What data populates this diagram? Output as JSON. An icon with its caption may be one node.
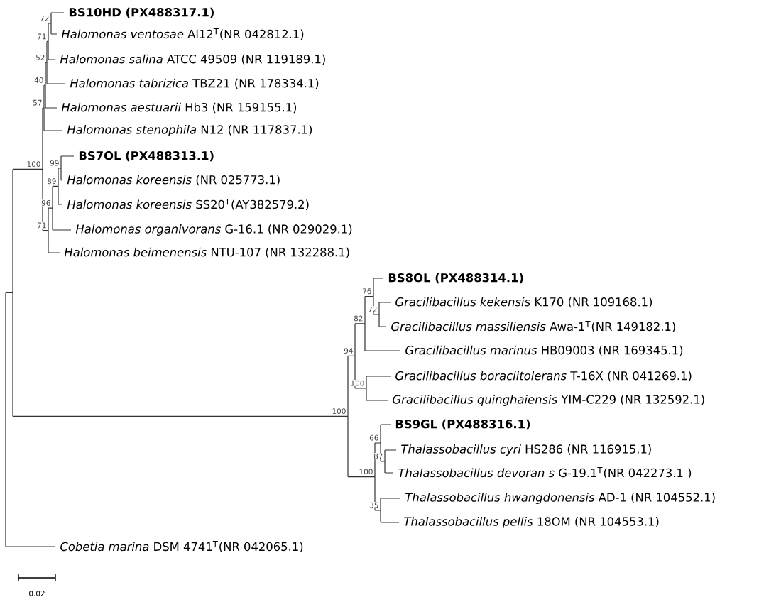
{
  "diagram": {
    "labels": [
      "72",
      "BS10HD (PX488317.1)",
      "71",
      "*Halomonas ventosae* Al12$^{T}$(NR 042812.1)",
      "52",
      "*Halomonas salina* ATCC 49509 (NR 119189.1)",
      "40",
      "*Halomonas tabrizica* TBZ21 (NR 178334.1)",
      "57",
      "*Halomonas aestuarii* Hb3 (NR 159155.1)",
      "*Halomonas stenophila* N12 (NR 117837.1)",
      "BS7OL (PX488313.1)",
      "100",
      "99",
      "*Halomonas koreensis* (NR 025773.1)",
      "89",
      "96",
      "*Halomonas koreensis* SS20$^{T}$(AY382579.2)",
      "*Halomonas organivorans* G-16.1 (NR 029029.1)",
      "71",
      "*Halomonas beimenensis* NTU-107 (NR 132288.1)",
      "BS8OL (PX488314.1)",
      "76",
      "*Gracilibacillus kekensis* K170 (NR 109168.1)",
      "72",
      "82",
      "*Gracilibacillus massiliensis* Awa-1$^{T}$(NR 149182.1)",
      "94",
      "*Gracilibacillus marinus* HB09003 (NR 169345.1)",
      "*Gracilibacillus boraciitolerans* T-16X (NR 041269.1)",
      "100",
      "*Gracilibacillus quinghaiensis* YIM-C229 (NR 132592.1)",
      "100",
      "BS9GL (PX488316.1)",
      "66",
      "*Thalassobacillus cyri* HS286 (NR 116915.1)",
      "87",
      "100",
      "*Thalassobacillus devoran s* G-19.1$^{T}$(NR 042273.1 )",
      "*Thalassobacillus hwangdonensis* AD-1 (NR 104552.1)",
      "35",
      "*Thalassobacillus pellis* 18OM (NR 104553.1)",
      "*Cobetia marina* DSM 4741$^{T}$(NR 042065.1)",
      "0.02"
    ]
  }
}
